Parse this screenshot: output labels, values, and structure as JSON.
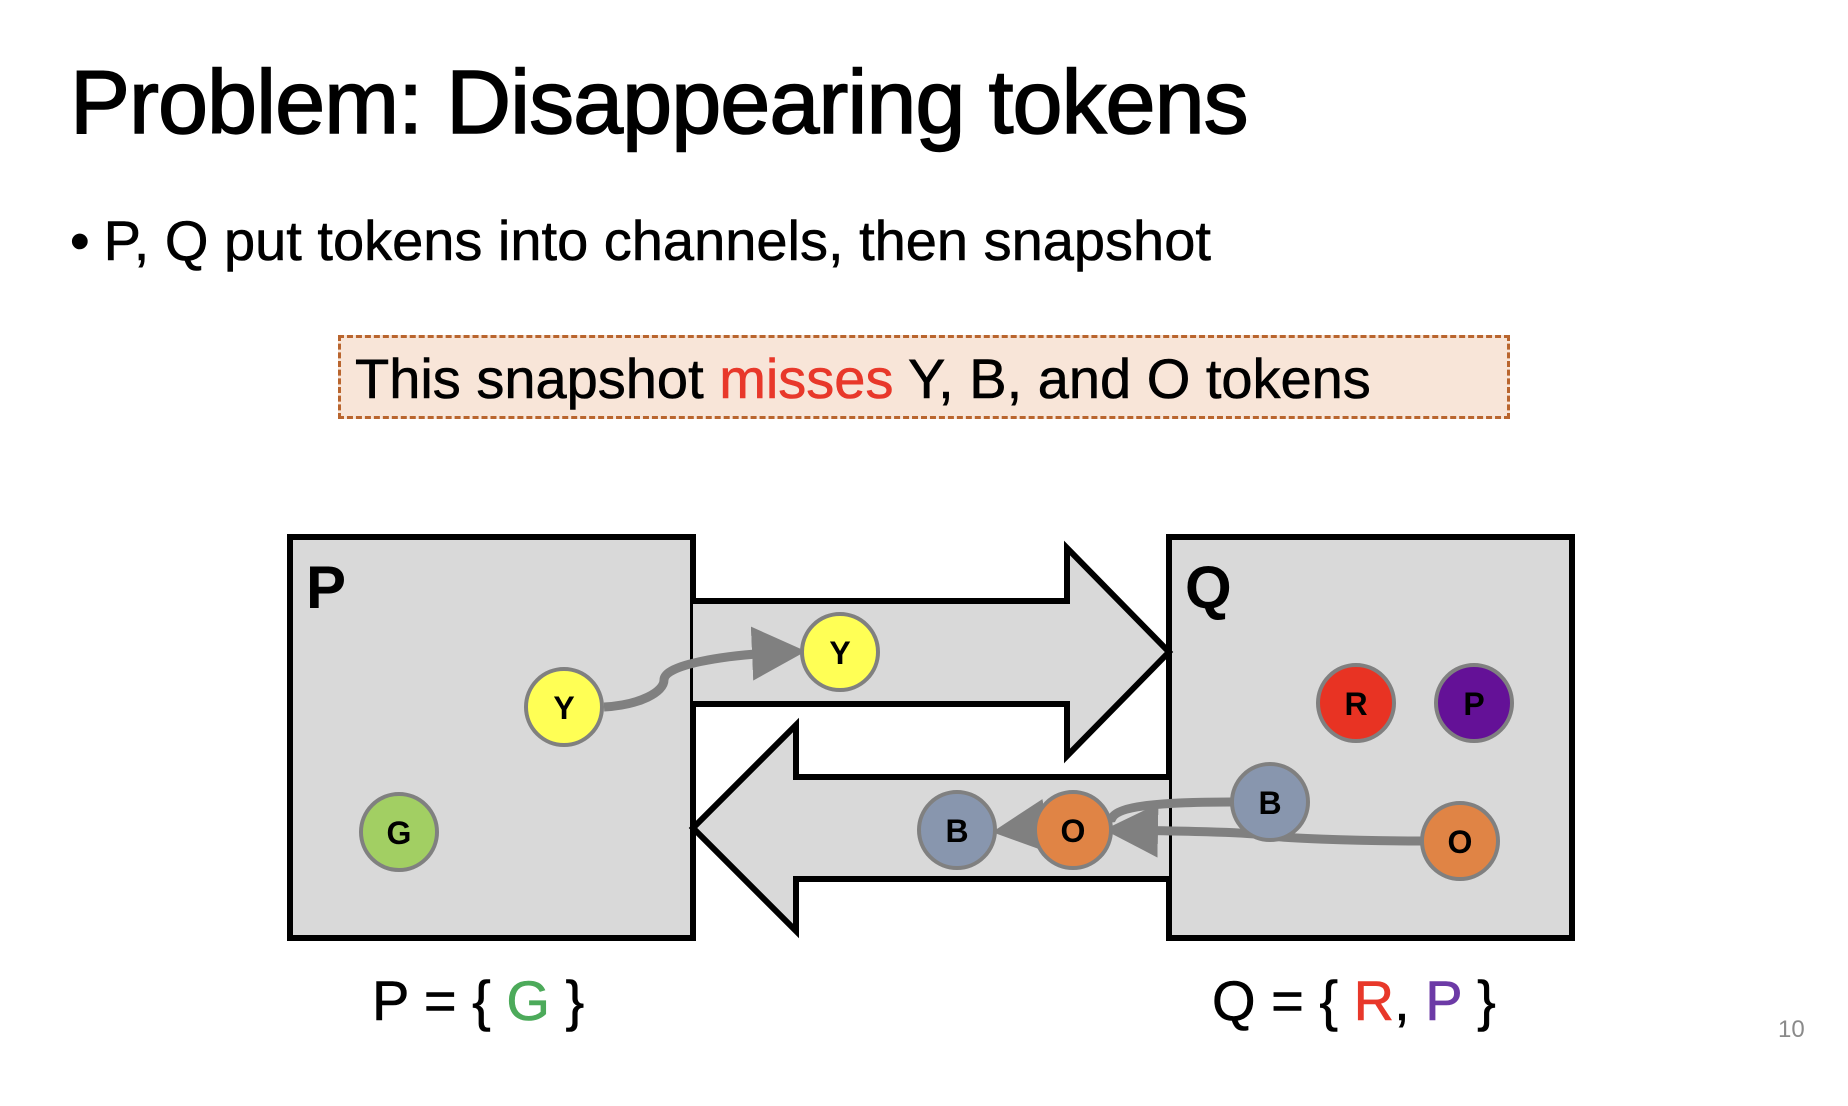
{
  "slide": {
    "title": "Problem: Disappearing tokens",
    "bullets": [
      "P, Q put tokens into channels, then snapshot"
    ],
    "bullet_marker": "•",
    "callout": {
      "prefix": "This snapshot ",
      "highlight": "misses",
      "suffix": " Y, B, and O tokens",
      "highlight_color": "#e8382a",
      "background": "#f8e5d8",
      "border_color": "#b9652e"
    },
    "page_number": "10"
  },
  "diagram": {
    "processes": [
      {
        "id": "P",
        "label": "P"
      },
      {
        "id": "Q",
        "label": "Q"
      }
    ],
    "channels": [
      {
        "id": "P-to-Q",
        "direction": "right"
      },
      {
        "id": "Q-to-P",
        "direction": "left"
      }
    ],
    "tokens": [
      {
        "id": "p-yellow",
        "label": "Y",
        "location": "P",
        "color": "#ffff55"
      },
      {
        "id": "p-green",
        "label": "G",
        "location": "P",
        "color": "#a2cf63"
      },
      {
        "id": "ch-yellow",
        "label": "Y",
        "location": "P-to-Q",
        "color": "#ffff55"
      },
      {
        "id": "q-red",
        "label": "R",
        "location": "Q",
        "color": "#e83323"
      },
      {
        "id": "q-purple",
        "label": "P",
        "location": "Q",
        "color": "#641197"
      },
      {
        "id": "q-blue",
        "label": "B",
        "location": "Q",
        "color": "#8896ae"
      },
      {
        "id": "q-orange",
        "label": "O",
        "location": "Q",
        "color": "#e08445"
      },
      {
        "id": "ch-blue",
        "label": "B",
        "location": "Q-to-P",
        "color": "#8896ae"
      },
      {
        "id": "ch-orange",
        "label": "O",
        "location": "Q-to-P",
        "color": "#e08445"
      }
    ],
    "moves": [
      {
        "from": "p-yellow",
        "to": "ch-yellow"
      },
      {
        "from": "q-blue",
        "to": "ch-blue"
      },
      {
        "from": "q-orange",
        "to": "ch-orange"
      }
    ],
    "colors": {
      "box_fill": "#d9d9d9",
      "box_stroke": "#000000",
      "token_stroke": "#808080",
      "move_arrow": "#808080"
    }
  },
  "snapshot": {
    "P": {
      "lhs": "P = { ",
      "items": [
        "G"
      ],
      "rhs": " }"
    },
    "Q": {
      "lhs": "Q = { ",
      "items": [
        "R",
        "P"
      ],
      "sep": ", ",
      "rhs": " }"
    }
  }
}
